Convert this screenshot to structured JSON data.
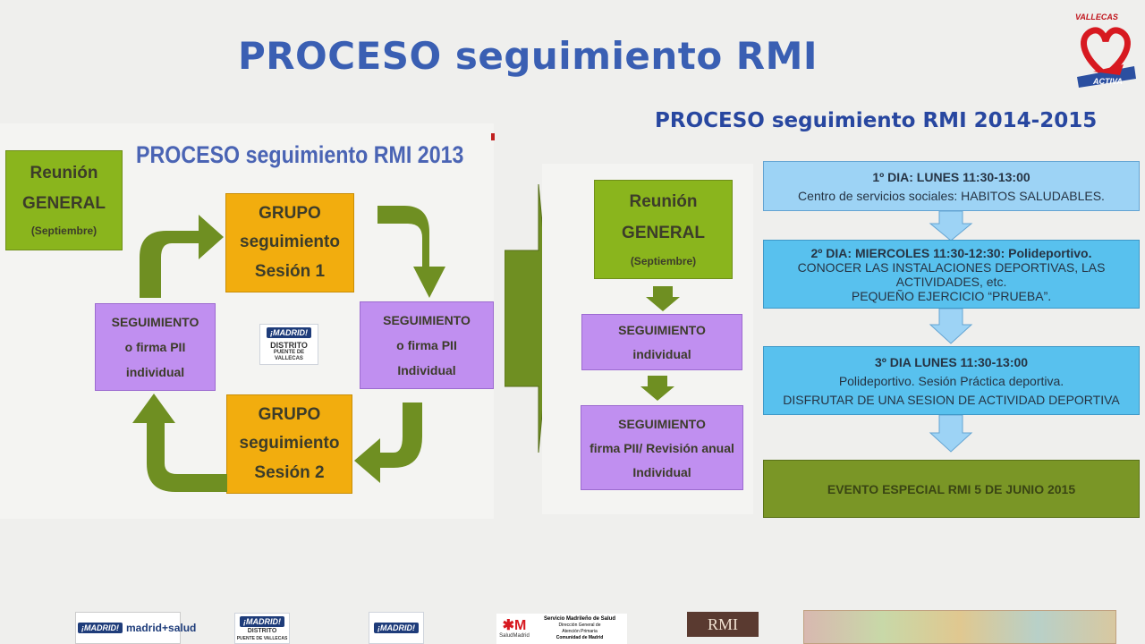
{
  "title": "PROCESO seguimiento RMI",
  "subtitle": "PROCESO seguimiento RMI 2014-2015",
  "left": {
    "title": "PROCESO seguimiento RMI 2013",
    "reunion": {
      "l1": "Reunión",
      "l2": "GENERAL",
      "l3": "(Septiembre)"
    },
    "grupo1": {
      "l1": "GRUPO",
      "l2": "seguimiento",
      "l3": "Sesión 1"
    },
    "grupo2": {
      "l1": "GRUPO",
      "l2": "seguimiento",
      "l3": "Sesión 2"
    },
    "seg_left": {
      "l1": "SEGUIMIENTO",
      "l2": "o firma PII",
      "l3": "individual"
    },
    "seg_right": {
      "l1": "SEGUIMIENTO",
      "l2": "o firma PII",
      "l3": "Individual"
    },
    "madrid_logo": {
      "tag": "¡MADRID!",
      "l1": "DISTRITO",
      "l2": "PUENTE DE VALLECAS"
    }
  },
  "middle": {
    "reunion": {
      "l1": "Reunión",
      "l2": "GENERAL",
      "l3": "(Septiembre)"
    },
    "seg1": {
      "l1": "SEGUIMIENTO",
      "l2": "individual"
    },
    "seg2": {
      "l1": "SEGUIMIENTO",
      "l2": "firma PII/ Revisión anual",
      "l3": "Individual"
    }
  },
  "right": {
    "dia1": {
      "l1": "1º DIA: LUNES 11:30-13:00",
      "l2": "Centro de servicios sociales: HABITOS SALUDABLES."
    },
    "dia2": {
      "l1": "2º DIA: MIERCOLES 11:30-12:30: Polideportivo.",
      "l2": "CONOCER LAS INSTALACIONES DEPORTIVAS, LAS ACTIVIDADES, etc.",
      "l3": "PEQUEÑO EJERCICIO “PRUEBA”."
    },
    "dia3": {
      "l1": "3º DIA LUNES 11:30-13:00",
      "l2": "Polideportivo. Sesión Práctica deportiva.",
      "l3": "DISFRUTAR DE UNA SESION DE ACTIVIDAD DEPORTIVA"
    },
    "evento": "EVENTO ESPECIAL RMI 5 DE JUNIO 2015"
  },
  "logo_top": {
    "t1": "VALLECAS",
    "t2": "ACTIVA"
  },
  "footer": {
    "madrid_salud": {
      "tag": "¡MADRID!",
      "text": "madrid+salud"
    },
    "distrito": {
      "tag": "¡MADRID!",
      "l1": "DISTRITO",
      "l2": "PUENTE DE VALLECAS"
    },
    "madrid3": {
      "tag": "¡MADRID!"
    },
    "salud": {
      "mark": "SaludMadrid",
      "l1": "Servicio Madrileño de Salud",
      "l2": "Dirección General de",
      "l3": "Atención Primaria",
      "l4": "Comunidad de Madrid"
    },
    "rmi": "RMI"
  },
  "colors": {
    "title_blue": "#3a5fb3",
    "green": "#8ab51d",
    "orange": "#f2ad0e",
    "purple": "#c08ff0",
    "light_blue": "#9dd3f5",
    "mid_blue": "#58c1ee",
    "olive": "#7a9626",
    "arrow_green": "#6f8f22"
  }
}
